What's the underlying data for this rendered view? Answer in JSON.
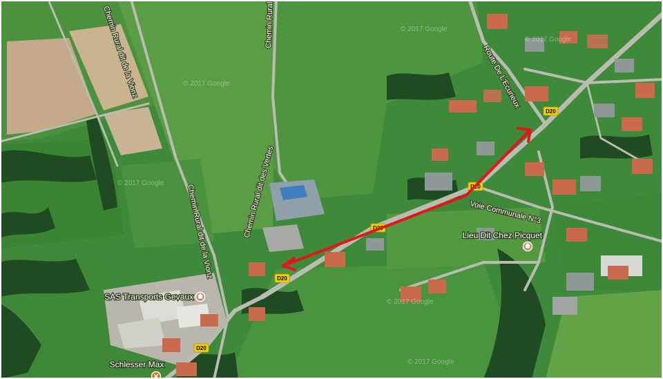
{
  "map": {
    "colors": {
      "field": "#3f8a3a",
      "field_light": "#5a9d44",
      "field_pale": "#7db35a",
      "tilled": "#c4a98a",
      "tilled_dark": "#b59578",
      "trees": "#1f4a22",
      "road": "#b9bcb0",
      "roof": "#c96a4c",
      "roof_grey": "#8e9896",
      "arrow": "#e3161a",
      "badge_bg": "#f5d000",
      "label_fill": "#ffffff"
    },
    "road_names": {
      "chemin_top": "Chemin Rural dit de la Vionz",
      "chemin_rural_top": "Chemin Rural",
      "chemin_vertes": "Chemin Rural dit des Vertes",
      "chemin_lower": "Chemin Rural dit de la Vionz",
      "route": "Route De L'Ecurieux",
      "voie": "Voie Communale N°3"
    },
    "road_badges": [
      "D20",
      "D20",
      "D20",
      "D20",
      "D20"
    ],
    "places": [
      {
        "name": "Lieu Dit Chez Picquet",
        "icon": "home-icon"
      },
      {
        "name": "SAS Transports Gevaux",
        "icon": "home-icon"
      },
      {
        "name": "Schlesser Max",
        "icon": "wrench-icon"
      }
    ],
    "watermarks": [
      "© 2017 Google",
      "© 2017 Google",
      "© 2017 Google",
      "© 2017 Google",
      "© 2017 Google",
      "© 2017 Google"
    ]
  }
}
